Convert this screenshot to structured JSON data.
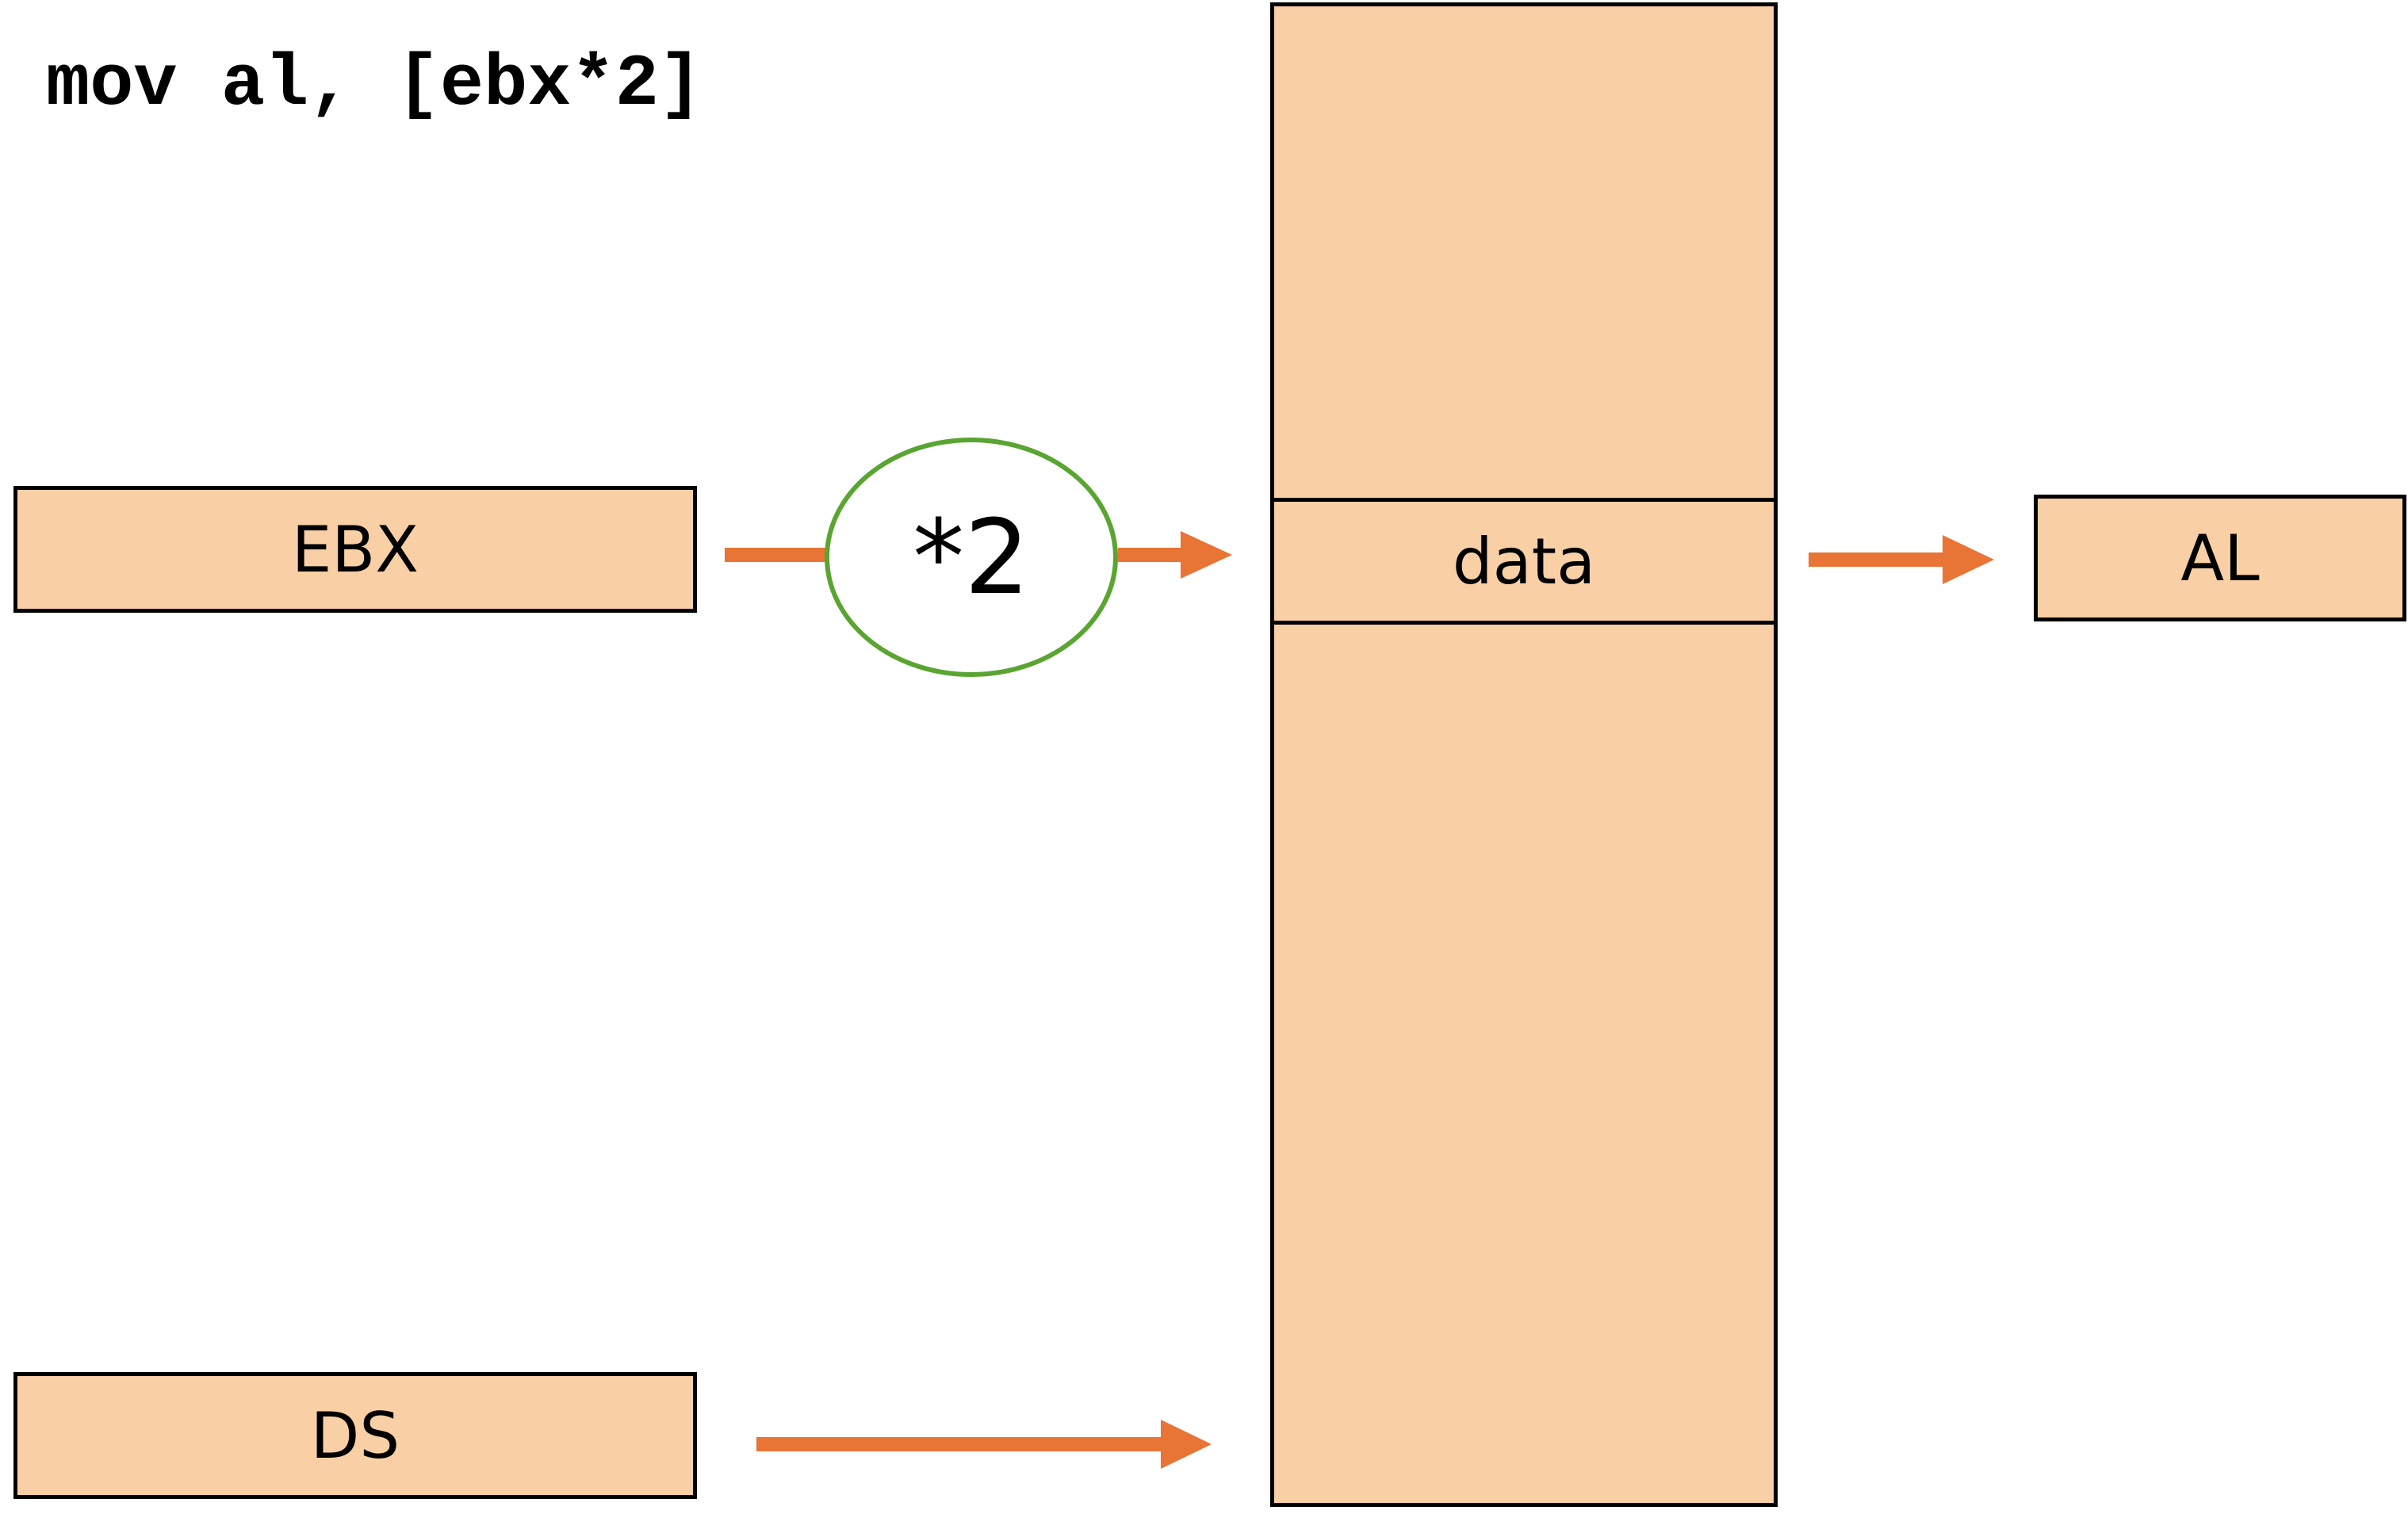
{
  "instruction": "mov al, [ebx*2]",
  "registers": {
    "ebx": "EBX",
    "ds": "DS",
    "al": "AL"
  },
  "scale": {
    "label": "*2"
  },
  "memory": {
    "cell_label": "data"
  },
  "colors": {
    "register_fill": "#F9CFA5",
    "arrow": "#E87436",
    "scale_outline": "#5AA532",
    "border": "#000000"
  }
}
